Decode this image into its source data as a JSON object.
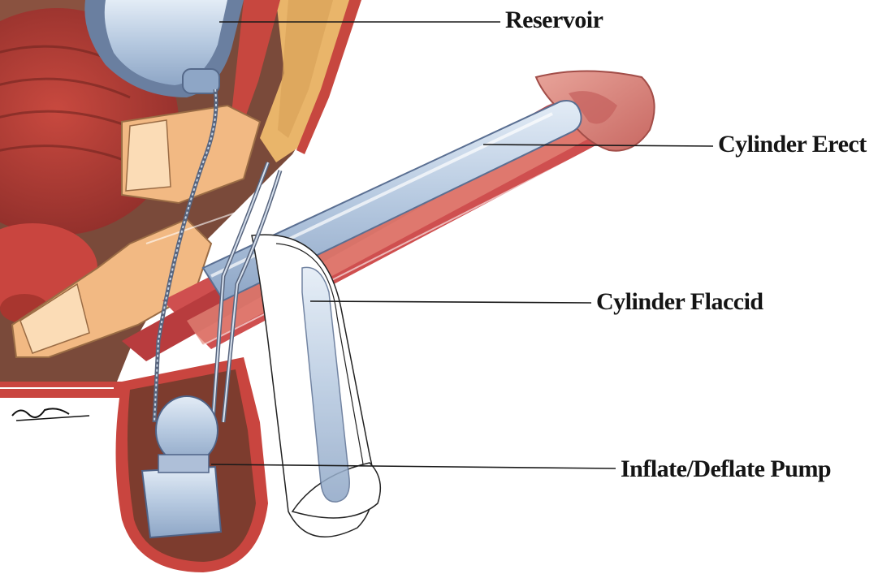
{
  "diagram": {
    "labels": {
      "reservoir": "Reservoir",
      "cylinder_erect": "Cylinder Erect",
      "cylinder_flaccid": "Cylinder Flaccid",
      "pump": "Inflate/Deflate Pump"
    },
    "colors": {
      "tissue_red": "#c8454a",
      "tissue_dark": "#7a3a2c",
      "bone_tan": "#f0b27a",
      "fat_yellow": "#e8b267",
      "implant_blue": "#b9cbe0",
      "implant_blue_light": "#dbe6f2",
      "skin_pink": "#d98b86",
      "outline": "#1e1e1e"
    },
    "icons": [
      "signature-mark"
    ]
  }
}
